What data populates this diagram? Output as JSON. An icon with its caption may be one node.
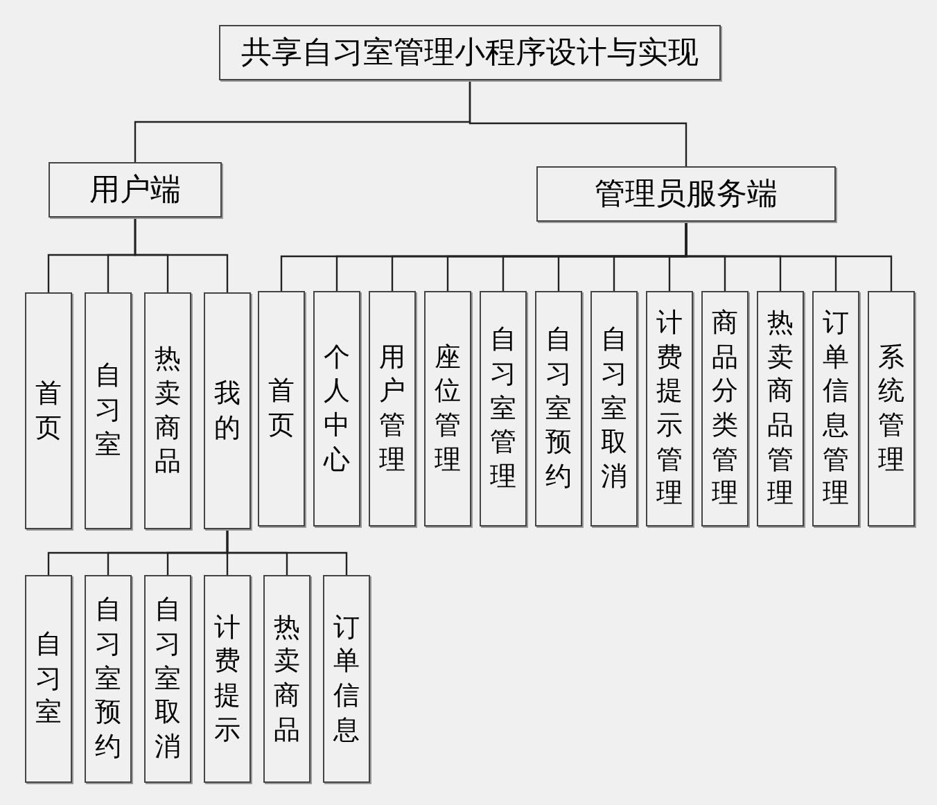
{
  "diagram": {
    "nodes": [
      {
        "text": [
          "共享自习室管理小程序设计与实现"
        ]
      },
      {
        "text": [
          "用户端"
        ]
      },
      {
        "text": [
          "管理员服务端"
        ]
      },
      {
        "text": [
          "首页"
        ]
      },
      {
        "text": [
          "自习室"
        ]
      },
      {
        "text": [
          "热卖商品"
        ]
      },
      {
        "text": [
          "我的"
        ]
      },
      {
        "text": [
          "首页"
        ]
      },
      {
        "text": [
          "个人中心"
        ]
      },
      {
        "text": [
          "用户管理"
        ]
      },
      {
        "text": [
          "座位管理"
        ]
      },
      {
        "text": [
          "自习室管理"
        ]
      },
      {
        "text": [
          "自习室预约"
        ]
      },
      {
        "text": [
          "自习室取消"
        ]
      },
      {
        "text": [
          "计费提示管理"
        ]
      },
      {
        "text": [
          "商品分类管理"
        ]
      },
      {
        "text": [
          "热卖商品管理"
        ]
      },
      {
        "text": [
          "订单信息管理"
        ]
      },
      {
        "text": [
          "系统管理"
        ]
      },
      {
        "text": [
          "自习室"
        ]
      },
      {
        "text": [
          "自习室预约"
        ]
      },
      {
        "text": [
          "自习室取消"
        ]
      },
      {
        "text": [
          "计费提示"
        ]
      },
      {
        "text": [
          "热卖商品"
        ]
      },
      {
        "text": [
          "订单信息"
        ]
      }
    ],
    "edges": [
      {
        "from": 0,
        "to": 1,
        "arrow": "none"
      },
      {
        "from": 0,
        "to": 2,
        "arrow": "none"
      },
      {
        "from": 1,
        "to": 3,
        "arrow": "none"
      },
      {
        "from": 1,
        "to": 4,
        "arrow": "none"
      },
      {
        "from": 1,
        "to": 5,
        "arrow": "none"
      },
      {
        "from": 1,
        "to": 6,
        "arrow": "none"
      },
      {
        "from": 2,
        "to": 7,
        "arrow": "none"
      },
      {
        "from": 2,
        "to": 8,
        "arrow": "none"
      },
      {
        "from": 2,
        "to": 9,
        "arrow": "none"
      },
      {
        "from": 2,
        "to": 10,
        "arrow": "none"
      },
      {
        "from": 2,
        "to": 11,
        "arrow": "none"
      },
      {
        "from": 2,
        "to": 12,
        "arrow": "none"
      },
      {
        "from": 2,
        "to": 13,
        "arrow": "none"
      },
      {
        "from": 2,
        "to": 14,
        "arrow": "none"
      },
      {
        "from": 2,
        "to": 15,
        "arrow": "none"
      },
      {
        "from": 2,
        "to": 16,
        "arrow": "none"
      },
      {
        "from": 2,
        "to": 17,
        "arrow": "none"
      },
      {
        "from": 2,
        "to": 18,
        "arrow": "none"
      },
      {
        "from": 6,
        "to": 19,
        "arrow": "none"
      },
      {
        "from": 6,
        "to": 20,
        "arrow": "none"
      },
      {
        "from": 6,
        "to": 21,
        "arrow": "none"
      },
      {
        "from": 6,
        "to": 22,
        "arrow": "none"
      },
      {
        "from": 6,
        "to": 23,
        "arrow": "none"
      },
      {
        "from": 6,
        "to": 24,
        "arrow": "none"
      }
    ]
  }
}
